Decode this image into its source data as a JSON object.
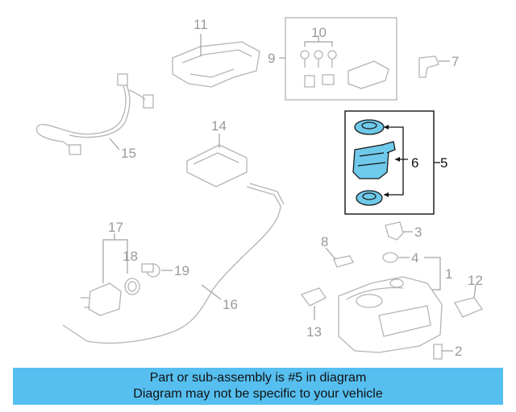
{
  "callouts": {
    "c1": "1",
    "c2": "2",
    "c3": "3",
    "c4": "4",
    "c5": "5",
    "c6": "6",
    "c7": "7",
    "c8": "8",
    "c9": "9",
    "c10": "10",
    "c11": "11",
    "c12": "12",
    "c13": "13",
    "c14": "14",
    "c15": "15",
    "c16": "16",
    "c17": "17",
    "c18": "18",
    "c19": "19"
  },
  "highlight_part": "5",
  "colors": {
    "highlight_fill": "#6ec9ea",
    "banner_bg": "#56bff0",
    "line_art": "#b4b4b4"
  },
  "banner": {
    "line1": "Part or sub-assembly is #5 in diagram",
    "line2": "Diagram may not be specific to your vehicle"
  }
}
